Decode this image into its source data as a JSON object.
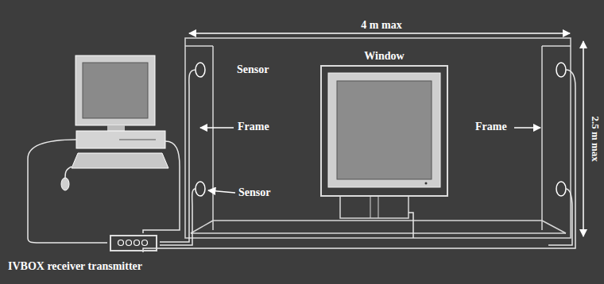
{
  "diagram": {
    "nodes": [
      {
        "text": [
          "Window"
        ]
      },
      {
        "text": [
          "IVBOX receiver transmitter"
        ]
      }
    ],
    "labels": [
      "4 m max",
      "Sensor",
      "Frame",
      "Frame",
      "Sensor",
      "2.5 m max"
    ]
  }
}
